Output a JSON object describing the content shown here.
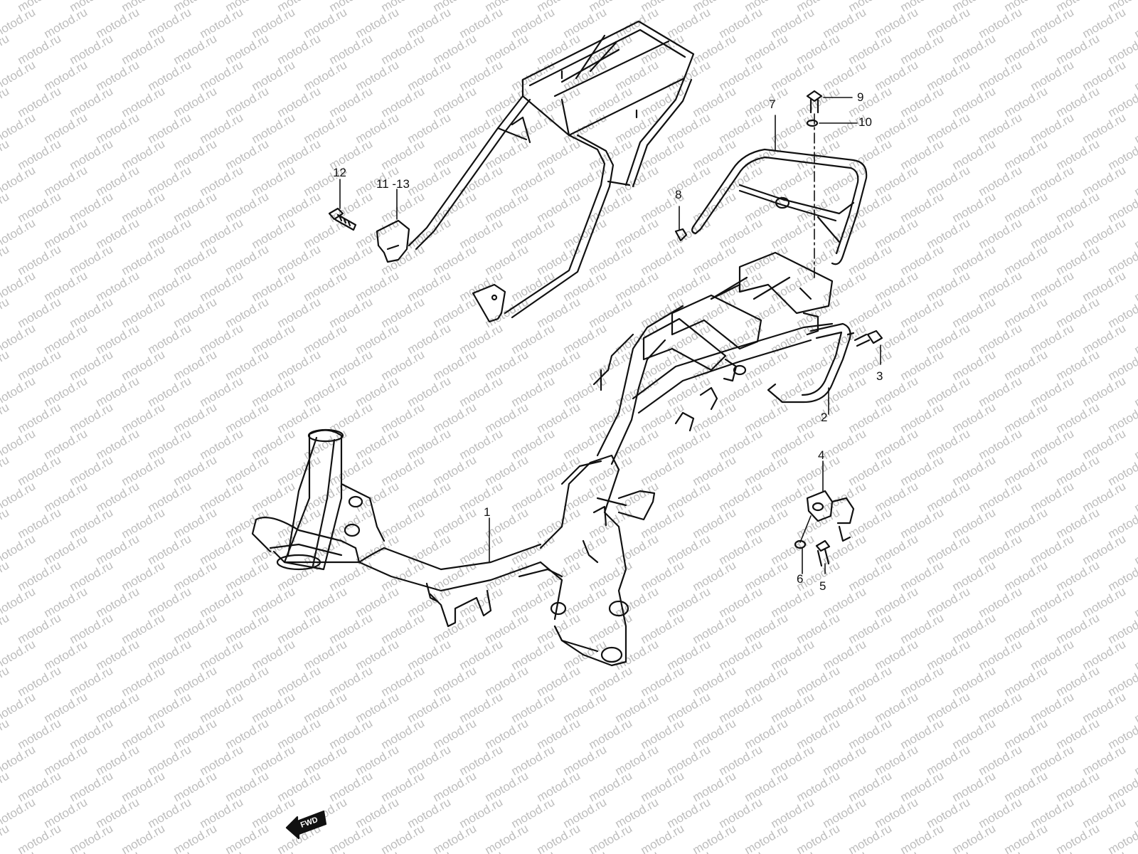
{
  "watermark": {
    "text": "motod.ru",
    "color": "#bdbdbd"
  },
  "callouts": {
    "p1": "1",
    "p2": "2",
    "p3": "3",
    "p4": "4",
    "p5": "5",
    "p6": "6",
    "p7": "7",
    "p8": "8",
    "p9": "9",
    "p10": "10",
    "p11_13": "11 -13",
    "p12": "12"
  },
  "fwd_badge": {
    "label": "FWD"
  },
  "line_color": "#111111"
}
